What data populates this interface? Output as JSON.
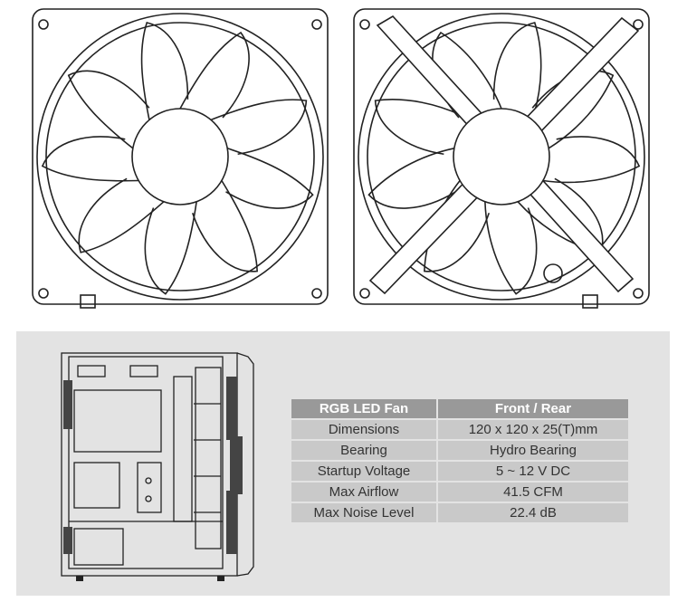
{
  "specs": {
    "headers": [
      "RGB LED Fan",
      "Front / Rear"
    ],
    "rows": [
      {
        "label": "Dimensions",
        "value": "120 x 120 x 25(T)mm"
      },
      {
        "label": "Bearing",
        "value": "Hydro Bearing"
      },
      {
        "label": "Startup Voltage",
        "value": "5 ~ 12 V DC"
      },
      {
        "label": "Max Airflow",
        "value": "41.5 CFM"
      },
      {
        "label": "Max Noise Level",
        "value": "22.4 dB"
      }
    ]
  }
}
